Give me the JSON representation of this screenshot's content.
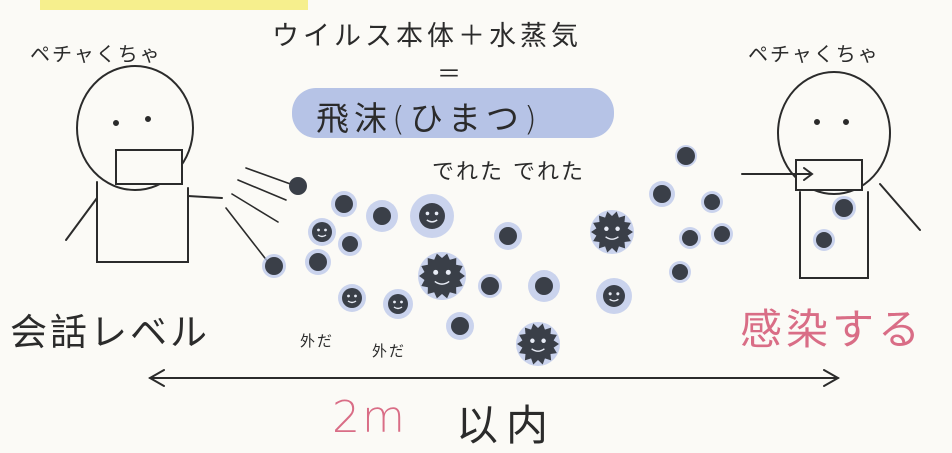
{
  "heading": {
    "title": "ウイルス本体＋水蒸気",
    "equals": "＝",
    "droplet": "飛沫(ひまつ)"
  },
  "speaker_left": {
    "sound": "ペチャくちゃ"
  },
  "speaker_right": {
    "sound": "ペチャくちゃ"
  },
  "annotations": {
    "came_out": "でれた でれた",
    "outside_1": "外だ",
    "outside_2": "外だ"
  },
  "labels": {
    "conversation_level": "会話レベル",
    "infect": "感染する",
    "distance_value": "2m",
    "distance_rest": "以内"
  },
  "colors": {
    "highlight": "#f4ec7a",
    "pill": "#b6c3e6",
    "accent_pink": "#d96d86",
    "droplet_halo": "#b9c6ea",
    "virus": "#3a3f48"
  }
}
